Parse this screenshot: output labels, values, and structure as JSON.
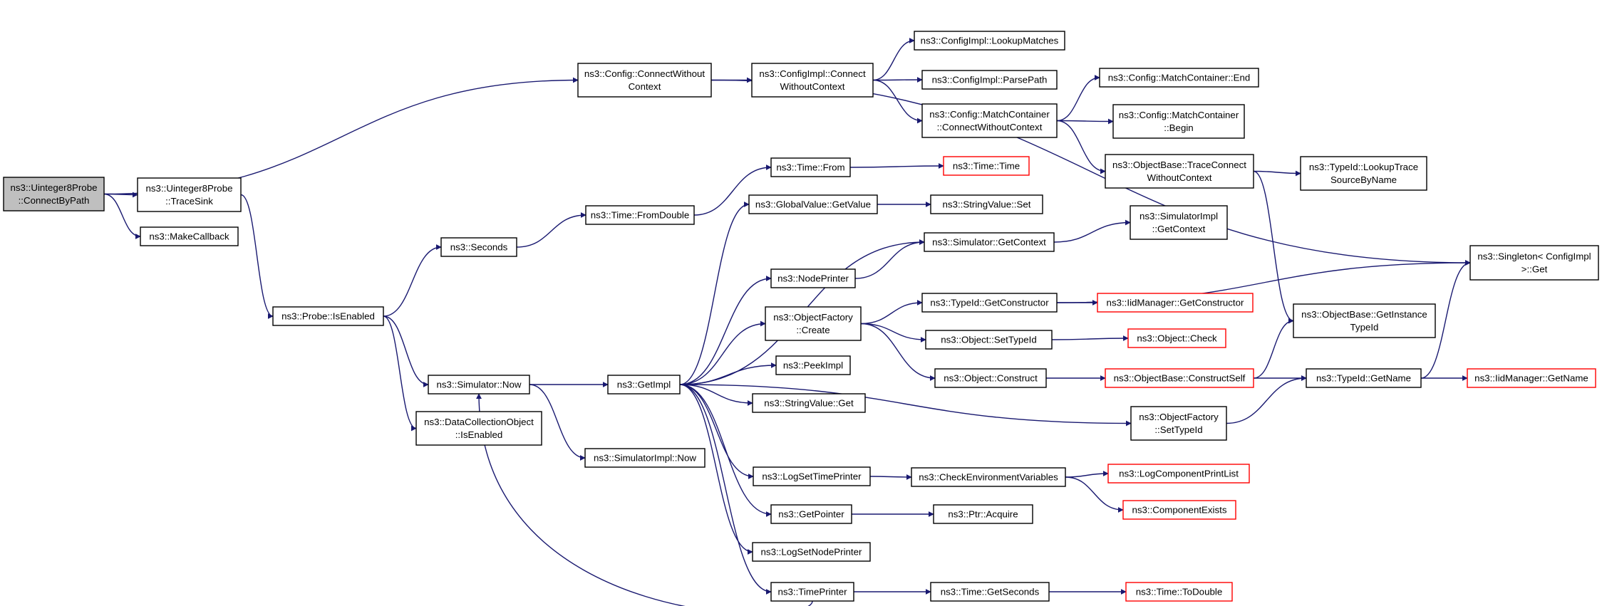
{
  "colors": {
    "edge": "#191970",
    "text": "#000000",
    "node_border": "#000000",
    "node_fill": "#ffffff",
    "root_fill": "#bfbfbf",
    "undocumented_border": "#ff0000"
  },
  "nodes": {
    "root": {
      "lines": [
        "ns3::Uinteger8Probe",
        "::ConnectByPath"
      ],
      "style": "root"
    },
    "cfgConnect": {
      "lines": [
        "ns3::Config::ConnectWithout",
        "Context"
      ],
      "style": "normal"
    },
    "cfgImplConnect": {
      "lines": [
        "ns3::ConfigImpl::Connect",
        "WithoutContext"
      ],
      "style": "normal"
    },
    "lookupMatches": {
      "lines": [
        "ns3::ConfigImpl::LookupMatches"
      ],
      "style": "normal"
    },
    "parsePath": {
      "lines": [
        "ns3::ConfigImpl::ParsePath"
      ],
      "style": "normal"
    },
    "mcConnect": {
      "lines": [
        "ns3::Config::MatchContainer",
        "::ConnectWithoutContext"
      ],
      "style": "normal"
    },
    "mcEnd": {
      "lines": [
        "ns3::Config::MatchContainer::End"
      ],
      "style": "normal"
    },
    "mcBegin": {
      "lines": [
        "ns3::Config::MatchContainer",
        "::Begin"
      ],
      "style": "normal"
    },
    "obTraceConnect": {
      "lines": [
        "ns3::ObjectBase::TraceConnect",
        "WithoutContext"
      ],
      "style": "normal"
    },
    "lookupTrace": {
      "lines": [
        "ns3::TypeId::LookupTrace",
        "SourceByName"
      ],
      "style": "normal"
    },
    "singleton": {
      "lines": [
        "ns3::Singleton< ConfigImpl",
        ">::Get"
      ],
      "style": "normal"
    },
    "traceSink": {
      "lines": [
        "ns3::Uinteger8Probe",
        "::TraceSink"
      ],
      "style": "normal"
    },
    "makeCallback": {
      "lines": [
        "ns3::MakeCallback"
      ],
      "style": "normal"
    },
    "probeIsEnabled": {
      "lines": [
        "ns3::Probe::IsEnabled"
      ],
      "style": "normal"
    },
    "seconds": {
      "lines": [
        "ns3::Seconds"
      ],
      "style": "normal"
    },
    "fromDouble": {
      "lines": [
        "ns3::Time::FromDouble"
      ],
      "style": "normal"
    },
    "timeFrom": {
      "lines": [
        "ns3::Time::From"
      ],
      "style": "normal"
    },
    "timeTime": {
      "lines": [
        "ns3::Time::Time"
      ],
      "style": "undocumented"
    },
    "gvGetValue": {
      "lines": [
        "ns3::GlobalValue::GetValue"
      ],
      "style": "normal"
    },
    "svSet": {
      "lines": [
        "ns3::StringValue::Set"
      ],
      "style": "normal"
    },
    "simGetContext": {
      "lines": [
        "ns3::Simulator::GetContext"
      ],
      "style": "normal"
    },
    "simImplGetContext": {
      "lines": [
        "ns3::SimulatorImpl",
        "::GetContext"
      ],
      "style": "normal"
    },
    "nodePrinter": {
      "lines": [
        "ns3::NodePrinter"
      ],
      "style": "normal"
    },
    "ofCreate": {
      "lines": [
        "ns3::ObjectFactory",
        "::Create"
      ],
      "style": "normal"
    },
    "tidGetConstructor": {
      "lines": [
        "ns3::TypeId::GetConstructor"
      ],
      "style": "normal"
    },
    "iidGetConstructor": {
      "lines": [
        "ns3::IidManager::GetConstructor"
      ],
      "style": "undocumented"
    },
    "objSetTypeId": {
      "lines": [
        "ns3::Object::SetTypeId"
      ],
      "style": "normal"
    },
    "objCheck": {
      "lines": [
        "ns3::Object::Check"
      ],
      "style": "undocumented"
    },
    "objConstruct": {
      "lines": [
        "ns3::Object::Construct"
      ],
      "style": "normal"
    },
    "obConstructSelf": {
      "lines": [
        "ns3::ObjectBase::ConstructSelf"
      ],
      "style": "undocumented"
    },
    "obGetInstanceTypeId": {
      "lines": [
        "ns3::ObjectBase::GetInstance",
        "TypeId"
      ],
      "style": "normal"
    },
    "tidGetName": {
      "lines": [
        "ns3::TypeId::GetName"
      ],
      "style": "normal"
    },
    "iidGetName": {
      "lines": [
        "ns3::IidManager::GetName"
      ],
      "style": "undocumented"
    },
    "simNow": {
      "lines": [
        "ns3::Simulator::Now"
      ],
      "style": "normal"
    },
    "getImpl": {
      "lines": [
        "ns3::GetImpl"
      ],
      "style": "normal"
    },
    "peekImpl": {
      "lines": [
        "ns3::PeekImpl"
      ],
      "style": "normal"
    },
    "svGet": {
      "lines": [
        "ns3::StringValue::Get"
      ],
      "style": "normal"
    },
    "ofSetTypeId": {
      "lines": [
        "ns3::ObjectFactory",
        "::SetTypeId"
      ],
      "style": "normal"
    },
    "dcoIsEnabled": {
      "lines": [
        "ns3::DataCollectionObject",
        "::IsEnabled"
      ],
      "style": "normal"
    },
    "simImplNow": {
      "lines": [
        "ns3::SimulatorImpl::Now"
      ],
      "style": "normal"
    },
    "logSetTimePrinter": {
      "lines": [
        "ns3::LogSetTimePrinter"
      ],
      "style": "normal"
    },
    "checkEnv": {
      "lines": [
        "ns3::CheckEnvironmentVariables"
      ],
      "style": "normal"
    },
    "logCompPrintList": {
      "lines": [
        "ns3::LogComponentPrintList"
      ],
      "style": "undocumented"
    },
    "compExists": {
      "lines": [
        "ns3::ComponentExists"
      ],
      "style": "undocumented"
    },
    "getPointer": {
      "lines": [
        "ns3::GetPointer"
      ],
      "style": "normal"
    },
    "ptrAcquire": {
      "lines": [
        "ns3::Ptr::Acquire"
      ],
      "style": "normal"
    },
    "logSetNodePrinter": {
      "lines": [
        "ns3::LogSetNodePrinter"
      ],
      "style": "normal"
    },
    "timePrinter": {
      "lines": [
        "ns3::TimePrinter"
      ],
      "style": "normal"
    },
    "timeGetSeconds": {
      "lines": [
        "ns3::Time::GetSeconds"
      ],
      "style": "normal"
    },
    "timeToDouble": {
      "lines": [
        "ns3::Time::ToDouble"
      ],
      "style": "undocumented"
    }
  },
  "edges": [
    [
      "root",
      "cfgConnect"
    ],
    [
      "root",
      "traceSink"
    ],
    [
      "root",
      "makeCallback"
    ],
    [
      "cfgConnect",
      "cfgImplConnect"
    ],
    [
      "cfgConnect",
      "singleton"
    ],
    [
      "cfgImplConnect",
      "lookupMatches"
    ],
    [
      "cfgImplConnect",
      "parsePath"
    ],
    [
      "cfgImplConnect",
      "mcConnect"
    ],
    [
      "mcConnect",
      "mcEnd"
    ],
    [
      "mcConnect",
      "mcBegin"
    ],
    [
      "mcConnect",
      "obTraceConnect"
    ],
    [
      "obTraceConnect",
      "lookupTrace"
    ],
    [
      "obTraceConnect",
      "obGetInstanceTypeId"
    ],
    [
      "traceSink",
      "probeIsEnabled"
    ],
    [
      "probeIsEnabled",
      "seconds"
    ],
    [
      "probeIsEnabled",
      "simNow"
    ],
    [
      "probeIsEnabled",
      "dcoIsEnabled"
    ],
    [
      "seconds",
      "fromDouble"
    ],
    [
      "fromDouble",
      "timeFrom"
    ],
    [
      "timeFrom",
      "timeTime"
    ],
    [
      "simNow",
      "getImpl"
    ],
    [
      "simNow",
      "simImplNow"
    ],
    [
      "getImpl",
      "gvGetValue"
    ],
    [
      "getImpl",
      "simGetContext"
    ],
    [
      "getImpl",
      "nodePrinter"
    ],
    [
      "getImpl",
      "ofCreate"
    ],
    [
      "getImpl",
      "peekImpl"
    ],
    [
      "getImpl",
      "svGet"
    ],
    [
      "getImpl",
      "ofSetTypeId"
    ],
    [
      "getImpl",
      "logSetTimePrinter"
    ],
    [
      "getImpl",
      "getPointer"
    ],
    [
      "getImpl",
      "logSetNodePrinter"
    ],
    [
      "getImpl",
      "timePrinter"
    ],
    [
      "gvGetValue",
      "svSet"
    ],
    [
      "simGetContext",
      "simImplGetContext"
    ],
    [
      "nodePrinter",
      "simGetContext"
    ],
    [
      "ofCreate",
      "tidGetConstructor"
    ],
    [
      "ofCreate",
      "objSetTypeId"
    ],
    [
      "ofCreate",
      "objConstruct"
    ],
    [
      "tidGetConstructor",
      "iidGetConstructor"
    ],
    [
      "tidGetConstructor",
      "singleton"
    ],
    [
      "objSetTypeId",
      "objCheck"
    ],
    [
      "objConstruct",
      "obConstructSelf"
    ],
    [
      "obConstructSelf",
      "obGetInstanceTypeId"
    ],
    [
      "obConstructSelf",
      "tidGetName"
    ],
    [
      "tidGetName",
      "iidGetName"
    ],
    [
      "tidGetName",
      "singleton"
    ],
    [
      "ofSetTypeId",
      "tidGetName"
    ],
    [
      "logSetTimePrinter",
      "checkEnv"
    ],
    [
      "checkEnv",
      "logCompPrintList"
    ],
    [
      "checkEnv",
      "compExists"
    ],
    [
      "getPointer",
      "ptrAcquire"
    ],
    [
      "timePrinter",
      "simNow"
    ],
    [
      "timePrinter",
      "timeGetSeconds"
    ],
    [
      "timeGetSeconds",
      "timeToDouble"
    ]
  ]
}
